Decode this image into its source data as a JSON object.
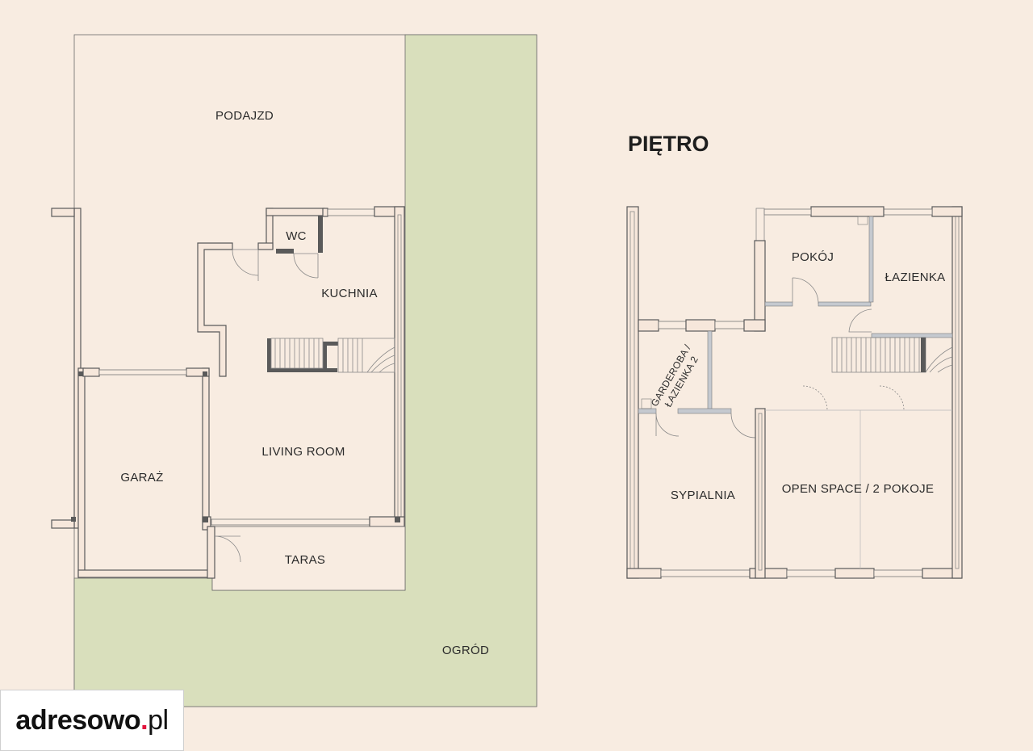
{
  "floor_title": "PIĘTRO",
  "ground_floor": {
    "driveway": "PODAJZD",
    "wc": "WC",
    "kitchen": "KUCHNIA",
    "living_room": "LIVING ROOM",
    "garage": "GARAŻ",
    "terrace": "TARAS",
    "garden": "OGRÓD"
  },
  "upper_floor": {
    "room": "POKÓJ",
    "bathroom": "ŁAZIENKA",
    "wardrobe_line1": "GARDEROBA /",
    "wardrobe_line2": "ŁAZIENKA 2",
    "bedroom": "SYPIALNIA",
    "open_space": "OPEN SPACE / 2 POKOJE"
  },
  "logo": {
    "name": "adresowo",
    "dot": ".",
    "tld": "pl"
  },
  "colors": {
    "background": "#f8ece1",
    "garden": "#d9dfbc",
    "wall_outline": "#5a5a5a",
    "logo_accent": "#e2133c"
  }
}
